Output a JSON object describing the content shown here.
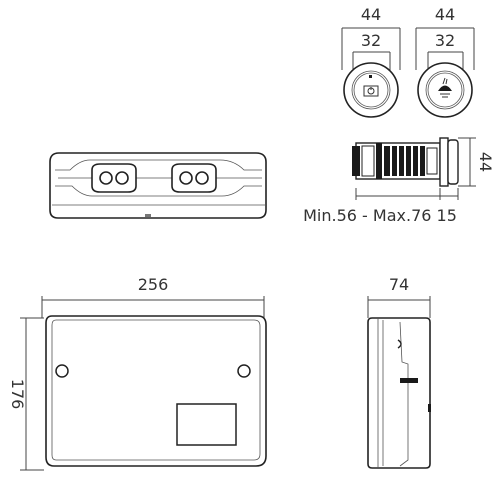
{
  "dimensions": {
    "button_outer_width": "44",
    "button_inner_width": "32",
    "button2_outer_width": "44",
    "button2_inner_width": "32",
    "button_side_height": "44",
    "button_depth": "Min.56 - Max.76 15",
    "box_width": "256",
    "box_height": "176",
    "box_depth": "74"
  },
  "icons": {
    "button_left": "power-icon",
    "button_right": "shower-icon"
  },
  "colors": {
    "line": "#444444",
    "outline": "#222222"
  }
}
